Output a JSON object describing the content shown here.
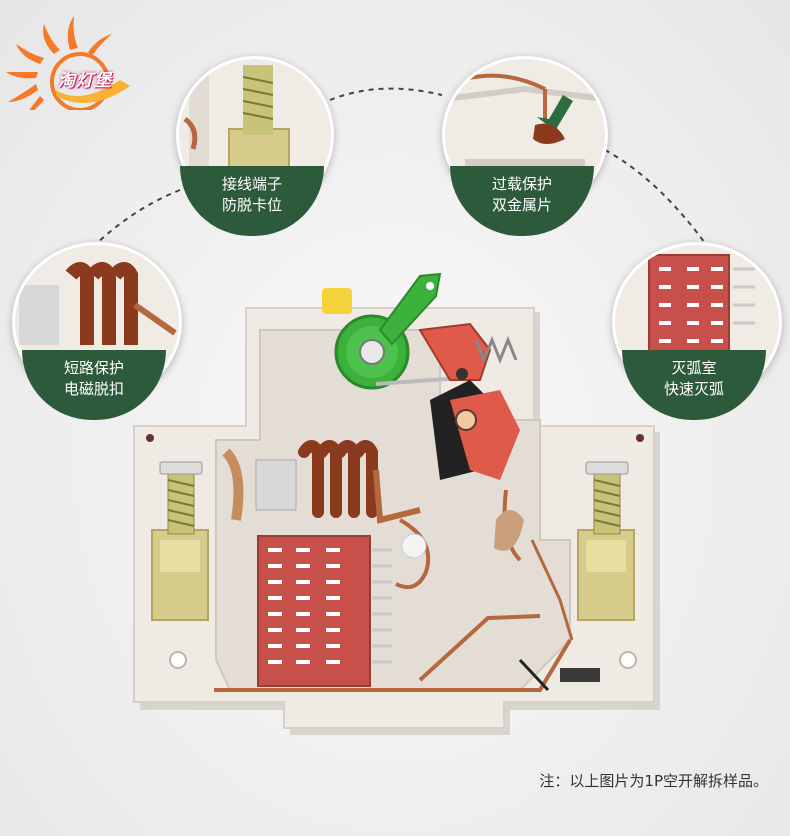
{
  "brand": {
    "name": "淘灯堡",
    "sun_color": "#f47a2a"
  },
  "callouts": [
    {
      "id": "terminal",
      "lines": [
        "接线端子",
        "防脱卡位"
      ]
    },
    {
      "id": "overload",
      "lines": [
        "过载保护",
        "双金属片"
      ]
    },
    {
      "id": "short",
      "lines": [
        "短路保护",
        "电磁脱扣"
      ]
    },
    {
      "id": "arc",
      "lines": [
        "灭弧室",
        "快速灭弧"
      ]
    }
  ],
  "note": "注：以上图片为1P空开解拆样品。",
  "colors": {
    "label_bg": "#2e5a3c",
    "casing": "#efeae4",
    "copper": "#a0522d",
    "arc_chute": "#c8504a",
    "handle": "#3cb23c",
    "brass": "#d8cc8c"
  }
}
